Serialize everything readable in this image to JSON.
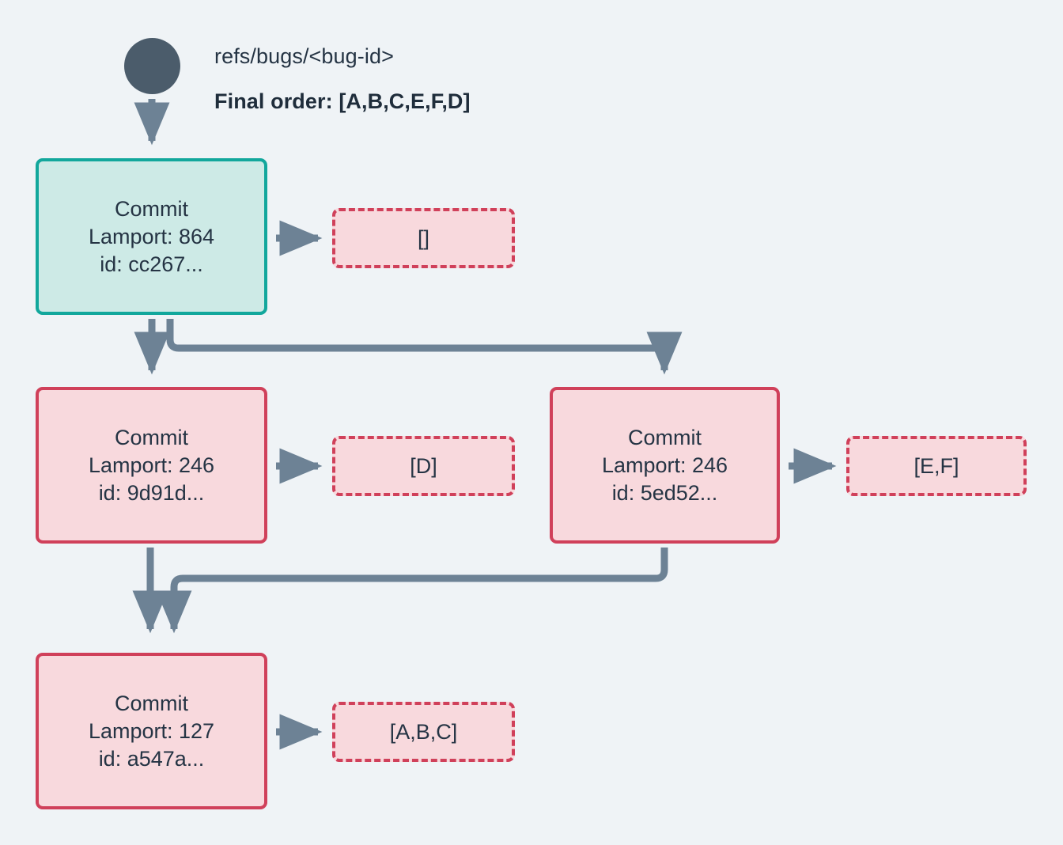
{
  "diagram": {
    "ref_name": "refs/bugs/<bug-id>",
    "final_order": "Final order: [A,B,C,E,F,D]",
    "colors": {
      "background": "#eff3f6",
      "ref_circle": "#4b5c6b",
      "edge": "#6d8295",
      "teal_border": "#12a79c",
      "teal_fill": "#cdeae6",
      "red_border": "#d0405a",
      "red_fill": "#f8d9dd",
      "text": "#253444"
    },
    "commits": [
      {
        "id": "commit-node-1",
        "title": "Commit",
        "lamport": "Lamport: 864",
        "hash": "id: cc267...",
        "ops": "[]",
        "style": "teal"
      },
      {
        "id": "commit-node-2",
        "title": "Commit",
        "lamport": "Lamport: 246",
        "hash": "id: 9d91d...",
        "ops": "[D]",
        "style": "red"
      },
      {
        "id": "commit-node-3",
        "title": "Commit",
        "lamport": "Lamport: 246",
        "hash": "id: 5ed52...",
        "ops": "[E,F]",
        "style": "red"
      },
      {
        "id": "commit-node-4",
        "title": "Commit",
        "lamport": "Lamport: 127",
        "hash": "id: a547a...",
        "ops": "[A,B,C]",
        "style": "red"
      }
    ],
    "edges": [
      {
        "from": "ref-circle",
        "to": "commit-node-1"
      },
      {
        "from": "commit-node-1",
        "to": "commit-node-2"
      },
      {
        "from": "commit-node-1",
        "to": "commit-node-3"
      },
      {
        "from": "commit-node-2",
        "to": "commit-node-4"
      },
      {
        "from": "commit-node-3",
        "to": "commit-node-4"
      },
      {
        "from": "commit-node-1",
        "to": "ops-box-1"
      },
      {
        "from": "commit-node-2",
        "to": "ops-box-2"
      },
      {
        "from": "commit-node-3",
        "to": "ops-box-3"
      },
      {
        "from": "commit-node-4",
        "to": "ops-box-4"
      }
    ]
  }
}
